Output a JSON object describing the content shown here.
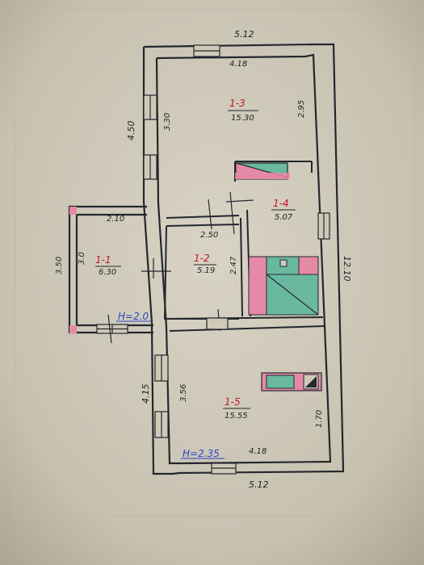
{
  "dimensions": {
    "top_width": "5.12",
    "bottom_width": "5.12",
    "total_length": "12.10",
    "left_upper": "4.50",
    "left_lower": "4.15",
    "porch_width": "2.10",
    "porch_outer": "3.50",
    "porch_inner": "3.0",
    "room1_3_width": "4.18",
    "room1_3_left": "3.30",
    "room1_3_right": "2.95",
    "room1_2_width": "2.50",
    "room1_2_right": "2.47",
    "room1_5_left": "3.56",
    "room1_5_bottom": "4.18",
    "room1_5_right": "1.70"
  },
  "rooms": [
    {
      "id": "1-1",
      "area": "6.30"
    },
    {
      "id": "1-2",
      "area": "5.19"
    },
    {
      "id": "1-3",
      "area": "15.30"
    },
    {
      "id": "1-4",
      "area": "5.07"
    },
    {
      "id": "1-5",
      "area": "15.55"
    }
  ],
  "heights": {
    "porch": "H=2.0",
    "house": "H=2.35"
  },
  "colors": {
    "pink": "#e58aa6",
    "green": "#6ab8a0",
    "wall": "#23272e",
    "paper": "#cfc9b9"
  }
}
